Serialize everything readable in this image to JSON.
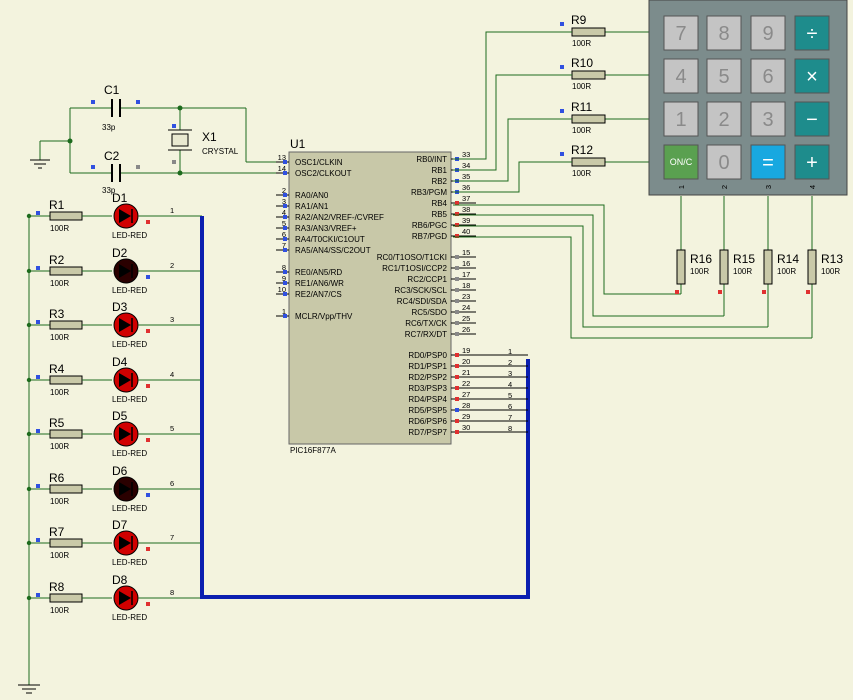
{
  "mcu": {
    "ref": "U1",
    "part": "PIC16F877A",
    "left_pins": [
      {
        "num": "13",
        "name": "OSC1/CLKIN"
      },
      {
        "num": "14",
        "name": "OSC2/CLKOUT"
      },
      {
        "num": "2",
        "name": "RA0/AN0"
      },
      {
        "num": "3",
        "name": "RA1/AN1"
      },
      {
        "num": "4",
        "name": "RA2/AN2/VREF-/CVREF"
      },
      {
        "num": "5",
        "name": "RA3/AN3/VREF+"
      },
      {
        "num": "6",
        "name": "RA4/T0CKI/C1OUT"
      },
      {
        "num": "7",
        "name": "RA5/AN4/SS/C2OUT"
      },
      {
        "num": "8",
        "name": "RE0/AN5/RD"
      },
      {
        "num": "9",
        "name": "RE1/AN6/WR"
      },
      {
        "num": "10",
        "name": "RE2/AN7/CS"
      },
      {
        "num": "1",
        "name": "MCLR/Vpp/THV"
      }
    ],
    "right_pins": [
      {
        "num": "33",
        "name": "RB0/INT"
      },
      {
        "num": "34",
        "name": "RB1"
      },
      {
        "num": "35",
        "name": "RB2"
      },
      {
        "num": "36",
        "name": "RB3/PGM"
      },
      {
        "num": "37",
        "name": "RB4"
      },
      {
        "num": "38",
        "name": "RB5"
      },
      {
        "num": "39",
        "name": "RB6/PGC"
      },
      {
        "num": "40",
        "name": "RB7/PGD"
      },
      {
        "num": "15",
        "name": "RC0/T1OSO/T1CKI"
      },
      {
        "num": "16",
        "name": "RC1/T1OSI/CCP2"
      },
      {
        "num": "17",
        "name": "RC2/CCP1"
      },
      {
        "num": "18",
        "name": "RC3/SCK/SCL"
      },
      {
        "num": "23",
        "name": "RC4/SDI/SDA"
      },
      {
        "num": "24",
        "name": "RC5/SDO"
      },
      {
        "num": "25",
        "name": "RC6/TX/CK"
      },
      {
        "num": "26",
        "name": "RC7/RX/DT"
      },
      {
        "num": "19",
        "name": "RD0/PSP0"
      },
      {
        "num": "20",
        "name": "RD1/PSP1"
      },
      {
        "num": "21",
        "name": "RD2/PSP2"
      },
      {
        "num": "22",
        "name": "RD3/PSP3"
      },
      {
        "num": "27",
        "name": "RD4/PSP4"
      },
      {
        "num": "28",
        "name": "RD5/PSP5"
      },
      {
        "num": "29",
        "name": "RD6/PSP6"
      },
      {
        "num": "30",
        "name": "RD7/PSP7"
      }
    ],
    "bus_labels": [
      "1",
      "2",
      "3",
      "4",
      "5",
      "6",
      "7",
      "8"
    ]
  },
  "oscillator": {
    "c1": {
      "ref": "C1",
      "value": "33p"
    },
    "c2": {
      "ref": "C2",
      "value": "33p"
    },
    "crystal": {
      "ref": "X1",
      "value": "CRYSTAL"
    }
  },
  "leds": [
    {
      "r": "R1",
      "rv": "100R",
      "d": "D1",
      "dv": "LED-RED",
      "net": "1",
      "lit": true
    },
    {
      "r": "R2",
      "rv": "100R",
      "d": "D2",
      "dv": "LED-RED",
      "net": "2",
      "lit": false
    },
    {
      "r": "R3",
      "rv": "100R",
      "d": "D3",
      "dv": "LED-RED",
      "net": "3",
      "lit": true
    },
    {
      "r": "R4",
      "rv": "100R",
      "d": "D4",
      "dv": "LED-RED",
      "net": "4",
      "lit": true
    },
    {
      "r": "R5",
      "rv": "100R",
      "d": "D5",
      "dv": "LED-RED",
      "net": "5",
      "lit": true
    },
    {
      "r": "R6",
      "rv": "100R",
      "d": "D6",
      "dv": "LED-RED",
      "net": "6",
      "lit": false
    },
    {
      "r": "R7",
      "rv": "100R",
      "d": "D7",
      "dv": "LED-RED",
      "net": "7",
      "lit": true
    },
    {
      "r": "R8",
      "rv": "100R",
      "d": "D8",
      "dv": "LED-RED",
      "net": "8",
      "lit": true
    }
  ],
  "row_resistors": [
    {
      "ref": "R9",
      "value": "100R",
      "row": "A"
    },
    {
      "ref": "R10",
      "value": "100R",
      "row": "B"
    },
    {
      "ref": "R11",
      "value": "100R",
      "row": "C"
    },
    {
      "ref": "R12",
      "value": "100R",
      "row": "D"
    }
  ],
  "col_resistors": [
    {
      "ref": "R16",
      "value": "100R"
    },
    {
      "ref": "R15",
      "value": "100R"
    },
    {
      "ref": "R14",
      "value": "100R"
    },
    {
      "ref": "R13",
      "value": "100R"
    }
  ],
  "keypad": {
    "col_labels": [
      "1",
      "2",
      "3",
      "4"
    ],
    "keys": [
      [
        "7",
        "8",
        "9",
        "÷"
      ],
      [
        "4",
        "5",
        "6",
        "×"
      ],
      [
        "1",
        "2",
        "3",
        "−"
      ],
      [
        "ON/C",
        "0",
        "=",
        "+"
      ]
    ]
  },
  "colors": {
    "background": "#f3f3de",
    "wire": "#1d6b1d",
    "bus": "#0b1fb0",
    "led_lit": "#d10000",
    "led_off": "#2a0000",
    "key_gray": "#c4c4c4",
    "key_teal": "#1e8c8c",
    "key_green": "#5aa050",
    "key_blue": "#18a8e0",
    "keypad_body": "#7c8c8c"
  }
}
